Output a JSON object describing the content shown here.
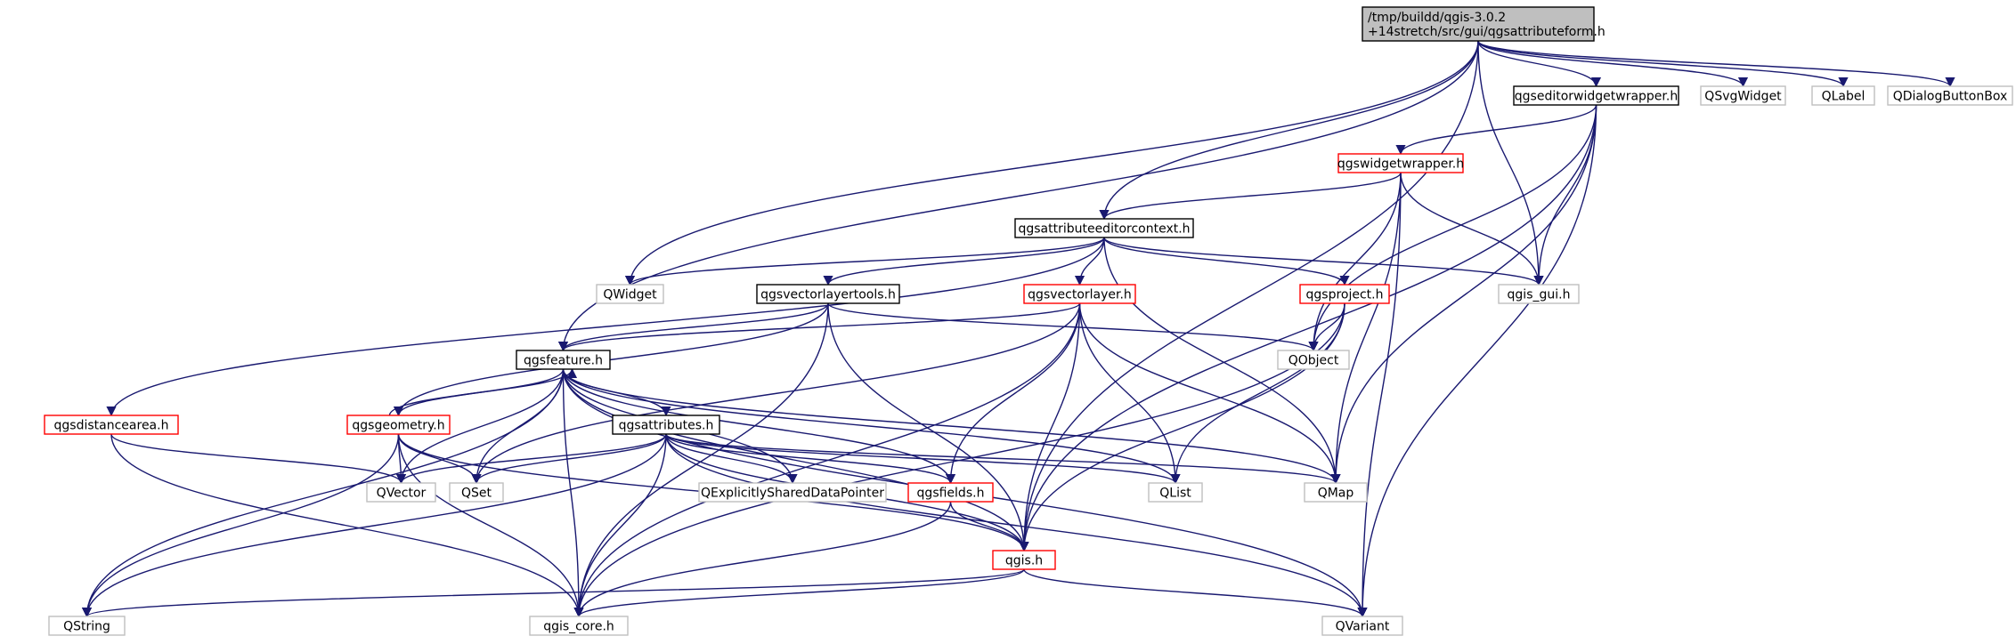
{
  "colors": {
    "edge": "#191970",
    "border_root_fill": "#bfbfbf",
    "border_default": "#000000",
    "border_truncated": "#ff0000",
    "border_external": "#bfbfbf"
  },
  "root_label_lines": [
    "/tmp/buildd/qgis-3.0.2",
    "+14stretch/src/gui/qgsattributeform.h"
  ],
  "nodes": [
    {
      "id": "root",
      "lines": [
        "/tmp/buildd/qgis-3.0.2",
        "+14stretch/src/gui/qgsattributeform.h"
      ],
      "kind": "root"
    },
    {
      "id": "qgseditorwidgetwrapper",
      "lines": [
        "qgseditorwidgetwrapper.h"
      ],
      "kind": "default"
    },
    {
      "id": "QSvgWidget",
      "lines": [
        "QSvgWidget"
      ],
      "kind": "external"
    },
    {
      "id": "QLabel",
      "lines": [
        "QLabel"
      ],
      "kind": "external"
    },
    {
      "id": "QDialogButtonBox",
      "lines": [
        "QDialogButtonBox"
      ],
      "kind": "external"
    },
    {
      "id": "qgswidgetwrapper",
      "lines": [
        "qgswidgetwrapper.h"
      ],
      "kind": "truncated"
    },
    {
      "id": "qgsattributeeditorcontext",
      "lines": [
        "qgsattributeeditorcontext.h"
      ],
      "kind": "default"
    },
    {
      "id": "QWidget",
      "lines": [
        "QWidget"
      ],
      "kind": "external"
    },
    {
      "id": "qgsvectorlayertools",
      "lines": [
        "qgsvectorlayertools.h"
      ],
      "kind": "default"
    },
    {
      "id": "qgsvectorlayer",
      "lines": [
        "qgsvectorlayer.h"
      ],
      "kind": "truncated"
    },
    {
      "id": "qgsproject",
      "lines": [
        "qgsproject.h"
      ],
      "kind": "truncated"
    },
    {
      "id": "qgis_gui",
      "lines": [
        "qgis_gui.h"
      ],
      "kind": "external"
    },
    {
      "id": "QObject",
      "lines": [
        "QObject"
      ],
      "kind": "external"
    },
    {
      "id": "qgsfeature",
      "lines": [
        "qgsfeature.h"
      ],
      "kind": "default"
    },
    {
      "id": "qgsdistancearea",
      "lines": [
        "qgsdistancearea.h"
      ],
      "kind": "truncated"
    },
    {
      "id": "qgsgeometry",
      "lines": [
        "qgsgeometry.h"
      ],
      "kind": "truncated"
    },
    {
      "id": "qgsattributes",
      "lines": [
        "qgsattributes.h"
      ],
      "kind": "default"
    },
    {
      "id": "QVector",
      "lines": [
        "QVector"
      ],
      "kind": "external"
    },
    {
      "id": "QSet",
      "lines": [
        "QSet"
      ],
      "kind": "external"
    },
    {
      "id": "QExplicitlySharedDataPointer",
      "lines": [
        "QExplicitlySharedDataPointer"
      ],
      "kind": "external"
    },
    {
      "id": "qgsfields",
      "lines": [
        "qgsfields.h"
      ],
      "kind": "truncated"
    },
    {
      "id": "QList",
      "lines": [
        "QList"
      ],
      "kind": "external"
    },
    {
      "id": "QMap",
      "lines": [
        "QMap"
      ],
      "kind": "external"
    },
    {
      "id": "qgis",
      "lines": [
        "qgis.h"
      ],
      "kind": "truncated"
    },
    {
      "id": "QString",
      "lines": [
        "QString"
      ],
      "kind": "external"
    },
    {
      "id": "qgis_core",
      "lines": [
        "qgis_core.h"
      ],
      "kind": "external"
    },
    {
      "id": "QVariant",
      "lines": [
        "QVariant"
      ],
      "kind": "external"
    }
  ],
  "edges": [
    [
      "root",
      "qgseditorwidgetwrapper"
    ],
    [
      "root",
      "QSvgWidget"
    ],
    [
      "root",
      "QLabel"
    ],
    [
      "root",
      "QDialogButtonBox"
    ],
    [
      "root",
      "qgsattributeeditorcontext"
    ],
    [
      "root",
      "QWidget"
    ],
    [
      "root",
      "qgsfeature"
    ],
    [
      "root",
      "qgis_gui"
    ],
    [
      "root",
      "qgis"
    ],
    [
      "qgseditorwidgetwrapper",
      "qgswidgetwrapper"
    ],
    [
      "qgseditorwidgetwrapper",
      "QObject"
    ],
    [
      "qgseditorwidgetwrapper",
      "qgis_gui"
    ],
    [
      "qgseditorwidgetwrapper",
      "QMap"
    ],
    [
      "qgseditorwidgetwrapper",
      "QVariant"
    ],
    [
      "qgseditorwidgetwrapper",
      "qgis"
    ],
    [
      "qgswidgetwrapper",
      "qgsattributeeditorcontext"
    ],
    [
      "qgswidgetwrapper",
      "qgis_gui"
    ],
    [
      "qgswidgetwrapper",
      "QObject"
    ],
    [
      "qgswidgetwrapper",
      "QMap"
    ],
    [
      "qgswidgetwrapper",
      "QVariant"
    ],
    [
      "qgsattributeeditorcontext",
      "QWidget"
    ],
    [
      "qgsattributeeditorcontext",
      "qgsvectorlayertools"
    ],
    [
      "qgsattributeeditorcontext",
      "qgsvectorlayer"
    ],
    [
      "qgsattributeeditorcontext",
      "qgsproject"
    ],
    [
      "qgsattributeeditorcontext",
      "qgis_gui"
    ],
    [
      "qgsattributeeditorcontext",
      "qgsdistancearea"
    ],
    [
      "qgsattributeeditorcontext",
      "QMap"
    ],
    [
      "qgsvectorlayertools",
      "qgsfeature"
    ],
    [
      "qgsvectorlayertools",
      "QObject"
    ],
    [
      "qgsvectorlayertools",
      "qgsgeometry"
    ],
    [
      "qgsvectorlayertools",
      "qgis_core"
    ],
    [
      "qgsvectorlayertools",
      "qgis"
    ],
    [
      "qgsvectorlayer",
      "qgsfeature"
    ],
    [
      "qgsvectorlayer",
      "qgsfields"
    ],
    [
      "qgsvectorlayer",
      "QSet"
    ],
    [
      "qgsvectorlayer",
      "QList"
    ],
    [
      "qgsvectorlayer",
      "QMap"
    ],
    [
      "qgsvectorlayer",
      "qgis"
    ],
    [
      "qgsvectorlayer",
      "qgis_core"
    ],
    [
      "qgsproject",
      "QObject"
    ],
    [
      "qgsproject",
      "QList"
    ],
    [
      "qgsproject",
      "qgis"
    ],
    [
      "qgsproject",
      "qgis_core"
    ],
    [
      "qgsfeature",
      "qgsgeometry"
    ],
    [
      "qgsfeature",
      "qgsattributes"
    ],
    [
      "qgsfeature",
      "QString"
    ],
    [
      "qgsfeature",
      "QVector"
    ],
    [
      "qgsfeature",
      "QSet"
    ],
    [
      "qgsfeature",
      "QExplicitlySharedDataPointer"
    ],
    [
      "qgsfeature",
      "qgsfields"
    ],
    [
      "qgsfeature",
      "QList"
    ],
    [
      "qgsfeature",
      "QMap"
    ],
    [
      "qgsfeature",
      "qgis"
    ],
    [
      "qgsfeature",
      "qgis_core"
    ],
    [
      "qgsfeature",
      "QVariant"
    ],
    [
      "qgsgeometry",
      "qgsfeature"
    ],
    [
      "qgsgeometry",
      "QVector"
    ],
    [
      "qgsgeometry",
      "QSet"
    ],
    [
      "qgsgeometry",
      "QString"
    ],
    [
      "qgsgeometry",
      "qgis"
    ],
    [
      "qgsgeometry",
      "qgis_core"
    ],
    [
      "qgsdistancearea",
      "QVector"
    ],
    [
      "qgsdistancearea",
      "qgis_core"
    ],
    [
      "qgsattributes",
      "QVector"
    ],
    [
      "qgsattributes",
      "QSet"
    ],
    [
      "qgsattributes",
      "QExplicitlySharedDataPointer"
    ],
    [
      "qgsattributes",
      "qgsfields"
    ],
    [
      "qgsattributes",
      "QList"
    ],
    [
      "qgsattributes",
      "QMap"
    ],
    [
      "qgsattributes",
      "qgis"
    ],
    [
      "qgsattributes",
      "qgis_core"
    ],
    [
      "qgsattributes",
      "QString"
    ],
    [
      "qgsattributes",
      "QVariant"
    ],
    [
      "qgsfields",
      "qgis"
    ],
    [
      "qgsfields",
      "qgis_core"
    ],
    [
      "qgis",
      "QString"
    ],
    [
      "qgis",
      "qgis_core"
    ],
    [
      "qgis",
      "QVariant"
    ]
  ]
}
